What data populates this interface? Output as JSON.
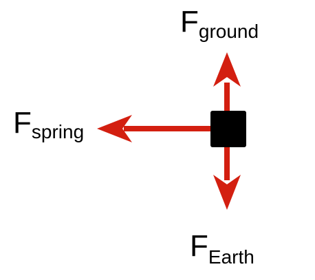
{
  "colors": {
    "arrow": "#d31f10",
    "block": "#000000",
    "text": "#000000"
  },
  "forces": {
    "ground": {
      "main": "F",
      "sub": "ground"
    },
    "spring": {
      "main": "F",
      "sub": "spring"
    },
    "earth": {
      "main": "F",
      "sub": "Earth"
    }
  }
}
